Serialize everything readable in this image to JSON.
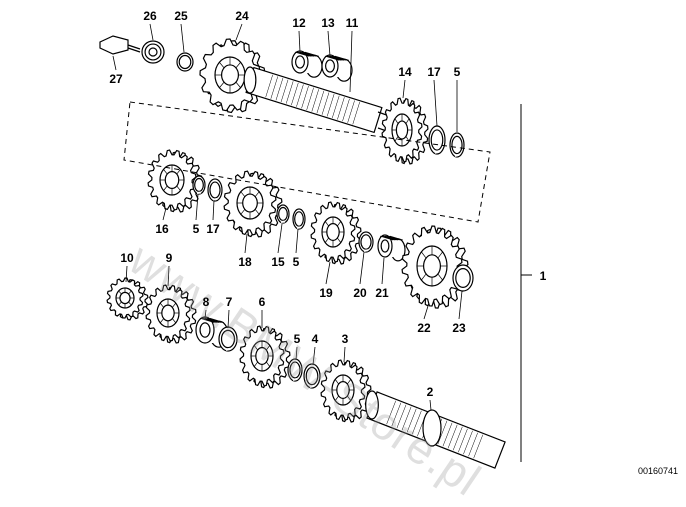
{
  "document_number": "00160741",
  "watermark": "www.BMW-Store.pl",
  "callouts": {
    "n1": "1",
    "n2": "2",
    "n3": "3",
    "n4": "4",
    "n5a": "5",
    "n5b": "5",
    "n5c": "5",
    "n5d": "5",
    "n6": "6",
    "n7": "7",
    "n8": "8",
    "n9": "9",
    "n10": "10",
    "n11": "11",
    "n12": "12",
    "n13": "13",
    "n14": "14",
    "n15": "15",
    "n16": "16",
    "n17a": "17",
    "n17b": "17",
    "n18": "18",
    "n19": "19",
    "n20": "20",
    "n21": "21",
    "n22": "22",
    "n23": "23",
    "n24": "24",
    "n25": "25",
    "n26": "26",
    "n27": "27"
  }
}
